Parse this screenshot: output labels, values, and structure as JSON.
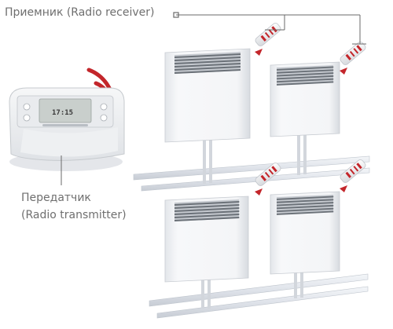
{
  "labels": {
    "receiver": "Приемник (Radio receiver)",
    "transmitter_line1": "Передатчик",
    "transmitter_line2": "(Radio transmitter)"
  },
  "thermostat": {
    "display_time": "17:15"
  },
  "colors": {
    "signal": "#c3262b",
    "leader_line": "#6a6a6a",
    "heater_body": "#f3f4f6",
    "pipe": "#dfe3ea"
  },
  "icons": [
    "radio-waves-icon",
    "radio-receiver-icon"
  ]
}
